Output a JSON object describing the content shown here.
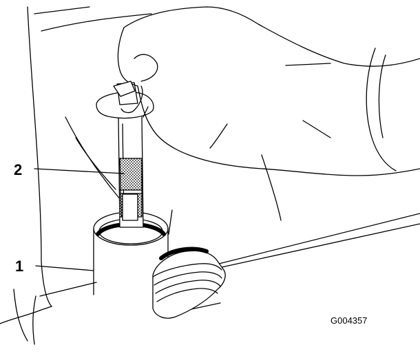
{
  "callouts": [
    {
      "number": "1",
      "part": "oil fill tube"
    },
    {
      "number": "2",
      "part": "dipstick"
    }
  ],
  "figure_id": "G004357"
}
